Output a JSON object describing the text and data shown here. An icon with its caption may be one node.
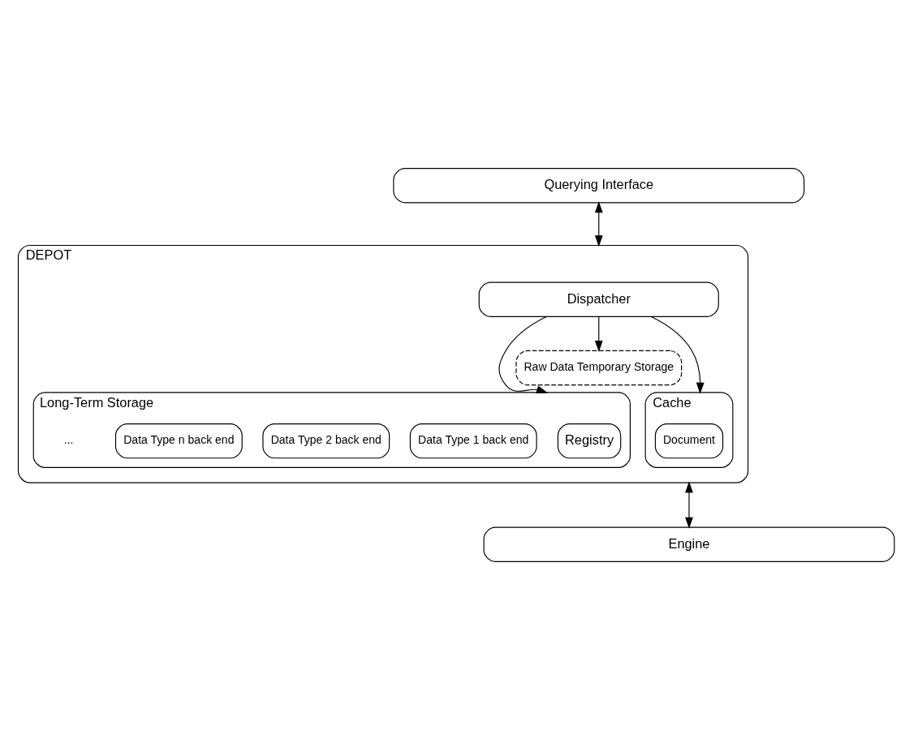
{
  "diagram": {
    "nodes": [
      {
        "text": [
          "Querying Interface"
        ]
      },
      {
        "text": [
          "DEPOT"
        ]
      },
      {
        "text": [
          "Dispatcher"
        ],
        "in": 1
      },
      {
        "text": [
          "Long-Term Storage"
        ],
        "in": 1
      },
      {
        "text": [
          "Registry"
        ],
        "in": 3
      },
      {
        "text": [
          "Data Type 1 back end"
        ],
        "in": 3
      },
      {
        "text": [
          "Data Type 2 back end"
        ],
        "in": 3
      },
      {
        "text": [
          "Data Type n back end"
        ],
        "in": 3
      },
      {
        "text": [
          "Raw Data Temporary Storage"
        ],
        "in": 1
      },
      {
        "text": [
          "Cache"
        ],
        "in": 1
      },
      {
        "text": [
          "Document"
        ],
        "in": 9
      },
      {
        "text": [
          "Engine"
        ]
      }
    ],
    "edges": [
      {
        "from": 0,
        "to": 1,
        "arrow": "both"
      },
      {
        "from": 2,
        "to": 3,
        "arrow": "to"
      },
      {
        "from": 2,
        "to": 8,
        "arrow": "to"
      },
      {
        "from": 2,
        "to": 9,
        "arrow": "to"
      },
      {
        "from": 1,
        "to": 11,
        "arrow": "both"
      }
    ],
    "labels": [
      "..."
    ]
  }
}
